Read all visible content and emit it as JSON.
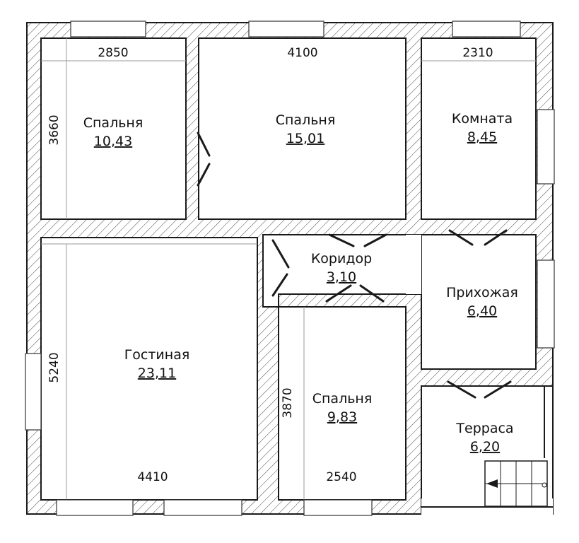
{
  "plan": {
    "rooms": [
      {
        "id": "bedroom-1",
        "name": "Спальня",
        "area": "10,43"
      },
      {
        "id": "bedroom-2",
        "name": "Спальня",
        "area": "15,01"
      },
      {
        "id": "room",
        "name": "Комната",
        "area": "8,45"
      },
      {
        "id": "corridor",
        "name": "Коридор",
        "area": "3,10"
      },
      {
        "id": "hallway",
        "name": "Прихожая",
        "area": "6,40"
      },
      {
        "id": "living-room",
        "name": "Гостиная",
        "area": "23,11"
      },
      {
        "id": "bedroom-3",
        "name": "Спальня",
        "area": "9,83"
      },
      {
        "id": "terrace",
        "name": "Терраса",
        "area": "6,20"
      }
    ],
    "dimensions": [
      {
        "id": "dim-2850",
        "text": "2850"
      },
      {
        "id": "dim-4100",
        "text": "4100"
      },
      {
        "id": "dim-2310",
        "text": "2310"
      },
      {
        "id": "dim-3660",
        "text": "3660"
      },
      {
        "id": "dim-5240",
        "text": "5240"
      },
      {
        "id": "dim-3870",
        "text": "3870"
      },
      {
        "id": "dim-4410",
        "text": "4410"
      },
      {
        "id": "dim-2540",
        "text": "2540"
      }
    ],
    "colors": {
      "wall_line": "#1a1a1a",
      "background": "#ffffff"
    }
  }
}
